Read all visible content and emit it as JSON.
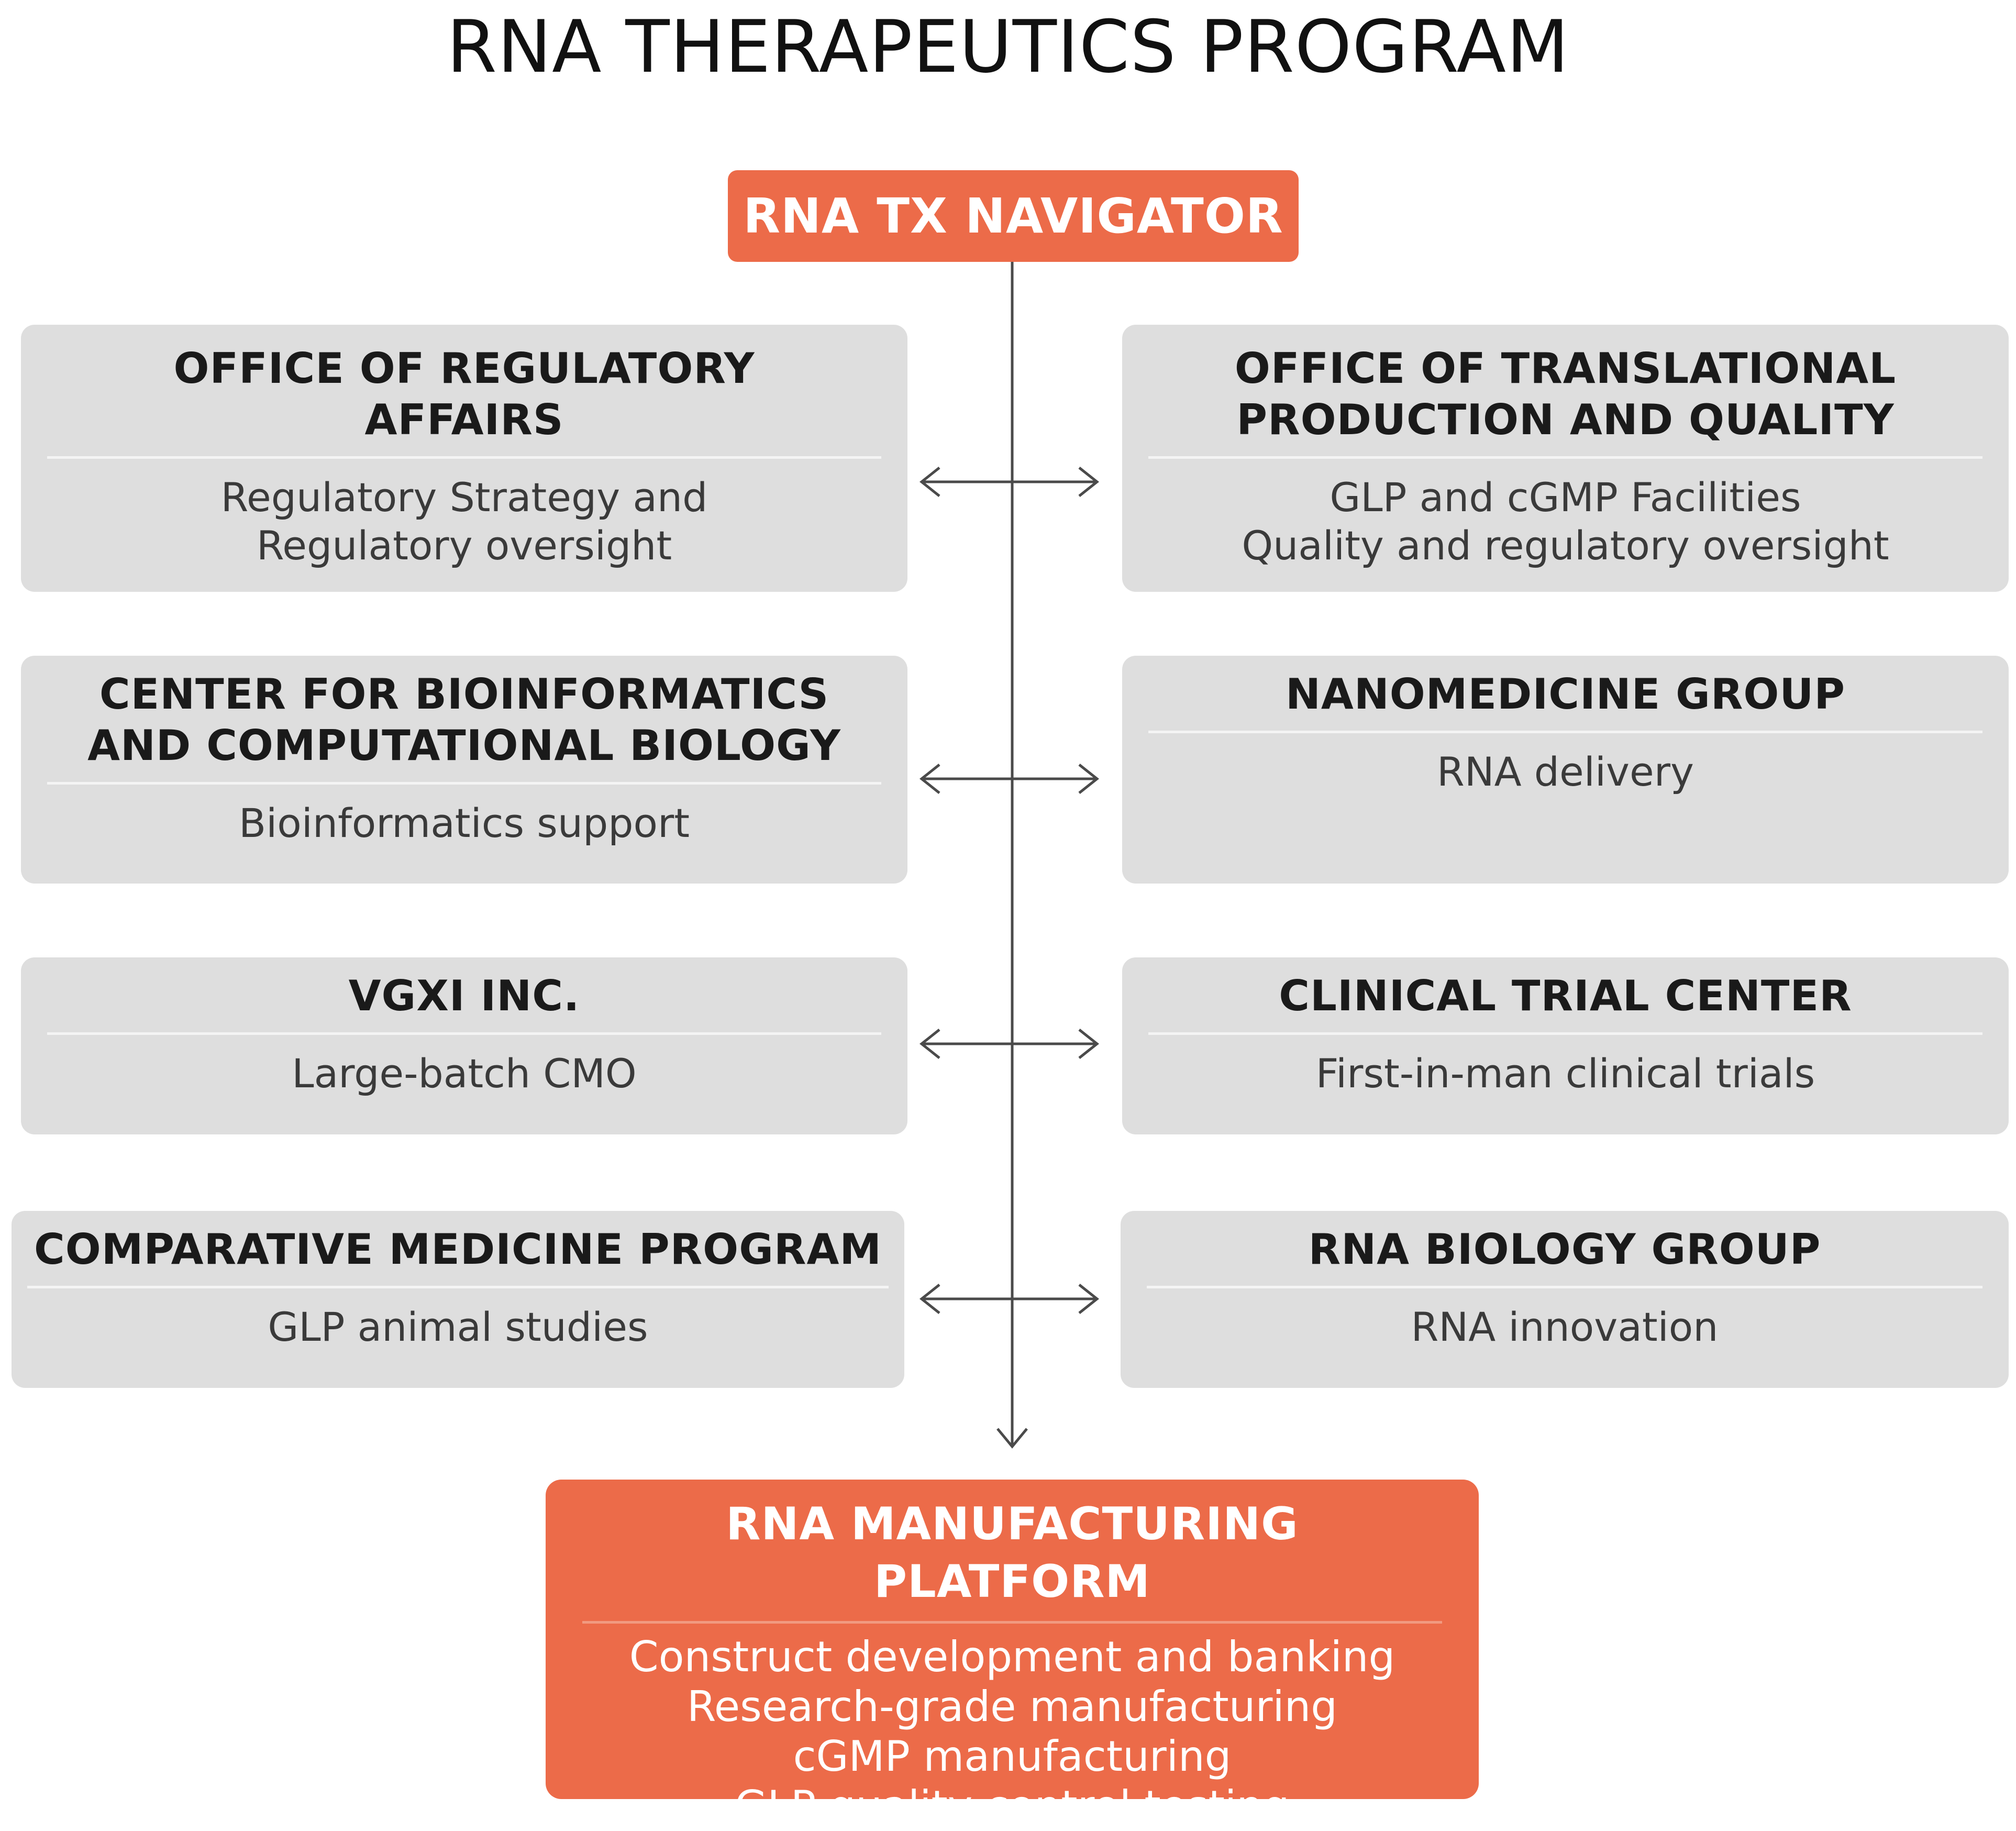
{
  "title": "RNA THERAPEUTICS PROGRAM",
  "navigator": {
    "label": "RNA TX NAVIGATOR"
  },
  "units": {
    "regulatory": {
      "title_lines": [
        "OFFICE OF REGULATORY",
        "AFFAIRS"
      ],
      "desc_lines": [
        "Regulatory Strategy and",
        "Regulatory oversight"
      ]
    },
    "translational": {
      "title_lines": [
        "OFFICE OF TRANSLATIONAL",
        "PRODUCTION AND QUALITY"
      ],
      "desc_lines": [
        "GLP and cGMP Facilities",
        "Quality and regulatory oversight"
      ]
    },
    "bioinformatics": {
      "title_lines": [
        "CENTER FOR BIOINFORMATICS",
        "AND COMPUTATIONAL BIOLOGY"
      ],
      "desc_lines": [
        "Bioinformatics support"
      ]
    },
    "nanomedicine": {
      "title_lines": [
        "NANOMEDICINE GROUP"
      ],
      "desc_lines": [
        "RNA delivery"
      ]
    },
    "vgxi": {
      "title_lines": [
        "VGXI INC."
      ],
      "desc_lines": [
        "Large-batch CMO"
      ]
    },
    "clinical": {
      "title_lines": [
        "CLINICAL TRIAL CENTER"
      ],
      "desc_lines": [
        "First-in-man clinical trials"
      ]
    },
    "comparative": {
      "title_lines": [
        "COMPARATIVE MEDICINE PROGRAM"
      ],
      "desc_lines": [
        "GLP animal studies"
      ]
    },
    "rna_biology": {
      "title_lines": [
        "RNA BIOLOGY GROUP"
      ],
      "desc_lines": [
        "RNA innovation"
      ]
    }
  },
  "manufacturing": {
    "title": "RNA MANUFACTURING PLATFORM",
    "lines": [
      "Construct development and banking",
      "Research-grade manufacturing",
      "cGMP manufacturing",
      "GLP quality control testing"
    ]
  },
  "colors": {
    "accent": "#ec6b49",
    "box_gray": "#dedede",
    "connector": "#4a4a4a"
  }
}
